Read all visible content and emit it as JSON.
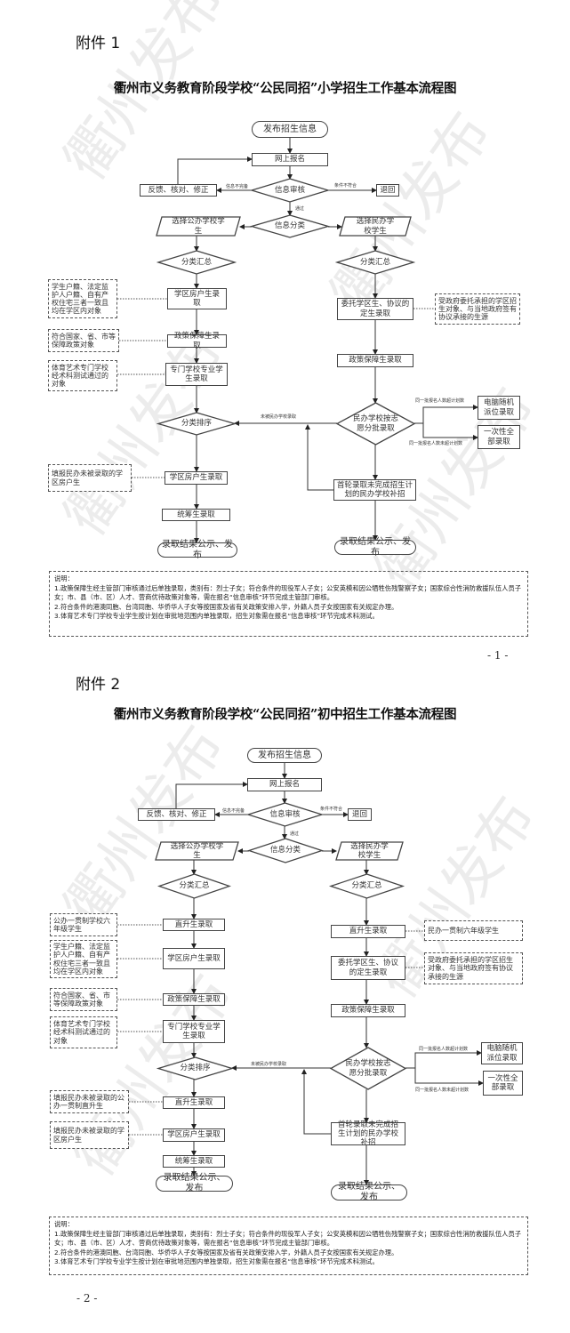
{
  "watermark": "衢州发布",
  "pages": [
    {
      "attachment": "附件 1",
      "title": "衢州市义务教育阶段学校“公民同招”小学招生工作基本流程图",
      "page_number": "- 1 -",
      "nodes": {
        "publish": "发布招生信息",
        "register": "网上报名",
        "feedback": "反馈、核对、修正",
        "review": "信息审核",
        "return": "退回",
        "classify": "信息分类",
        "choose_public": "选择公办学校学生",
        "choose_private": "选择民办学校学生",
        "summary_public": "分类汇总",
        "summary_private": "分类汇总",
        "district_house": "学区房户生录取",
        "policy_public": "政策保障生录取",
        "special_school": "专门学校专业学生录取",
        "rank": "分类排序",
        "district_house_2": "学区房户生录取",
        "overall": "统筹生录取",
        "result_public": "录取结果公示、发布",
        "entrusted": "委托学区生、协议的定生录取",
        "policy_private": "政策保障生录取",
        "private_batch": "民办学校按志愿分批录取",
        "lottery": "电脑随机派位录取",
        "all_admit": "一次性全部录取",
        "supplement": "首轮录取未完成招生计划的民办学校补招",
        "result_private": "录取结果公示、发布"
      },
      "notes": {
        "district_house": "学生户籍、法定监护人户籍、自有产权住宅三者一致且均在学区内对象",
        "policy": "符合国家、省、市等保障政策对象",
        "special_school": "体育艺术专门学校经术科测试通过的对象",
        "unadmitted_district": "填报民办未被录取的学区房户生",
        "entrusted": "受政府委托承担的学区招生对象、与当地政府签有协议承接的生源"
      },
      "edge_labels": {
        "incomplete": "信息不完备",
        "not_qualified": "条件不符合",
        "passed": "通过",
        "not_admitted_private": "未被民办学校录取",
        "over_plan": "同一批报名人数超计划数",
        "under_plan": "同一批报名人数未超计划数"
      },
      "explanation": {
        "heading": "说明：",
        "items": [
          "1.政策保障生经主管部门审核通过后单独录取，类别有：烈士子女；符合条件的现役军人子女；公安英模和因公牺牲伤残警察子女；国家综合性消防救援队伍人员子女；市、县（市、区）人才、营商优待政策对象等，需在报名“信息审核”环节完成主管部门审核。",
          "2.符合条件的港澳同胞、台湾同胞、华侨华人子女等按国家及省有关政策安排入学，外籍人员子女按国家有关规定办理。",
          "3.体育艺术专门学校专业学生按计划在审批地范围内单独录取，招生对象需在报名“信息审核”环节完成术科测试。"
        ]
      }
    },
    {
      "attachment": "附件 2",
      "title": "衢州市义务教育阶段学校“公民同招”初中招生工作基本流程图",
      "page_number": "- 2 -",
      "nodes": {
        "publish": "发布招生信息",
        "register": "网上报名",
        "feedback": "反馈、核对、修正",
        "review": "信息审核",
        "return": "退回",
        "classify": "信息分类",
        "choose_public": "选择公办学校学生",
        "choose_private": "选择民办学校学生",
        "summary_public": "分类汇总",
        "summary_private": "分类汇总",
        "direct_public": "直升生录取",
        "district_house": "学区房户生录取",
        "policy_public": "政策保障生录取",
        "special_school": "专门学校专业学生录取",
        "rank": "分类排序",
        "direct_public_2": "直升生录取",
        "district_house_2": "学区房户生录取",
        "overall": "统筹生录取",
        "result_public": "录取结果公示、发布",
        "direct_private": "直升生录取",
        "entrusted": "委托学区生、协议的定生录取",
        "policy_private": "政策保障生录取",
        "private_batch": "民办学校按志愿分批录取",
        "lottery": "电脑随机派位录取",
        "all_admit": "一次性全部录取",
        "supplement": "首轮录取未完成招生计划的民办学校补招",
        "result_private": "录取结果公示、发布"
      },
      "notes": {
        "direct_public": "公办一贯制学校六年级学生",
        "district_house": "学生户籍、法定监护人户籍、自有产权住宅三者一致且均在学区内对象",
        "policy": "符合国家、省、市等保障政策对象",
        "special_school": "体育艺术专门学校经术科测试通过的对象",
        "unadmitted_direct": "填报民办未被录取的公办一贯制直升生",
        "unadmitted_district": "填报民办未被录取的学区房户生",
        "direct_private": "民办一贯制六年级学生",
        "entrusted": "受政府委托承担的学区招生对象、与当地政府签有协议承接的生源"
      },
      "edge_labels": {
        "incomplete": "信息不完备",
        "not_qualified": "条件不符合",
        "passed": "通过",
        "not_admitted_private": "未被民办学校录取",
        "over_plan": "同一批报名人数超计划数",
        "under_plan": "同一批报名人数未超计划数"
      },
      "explanation": {
        "heading": "说明：",
        "items": [
          "1.政策保障生经主管部门审核通过后单独录取，类别有：烈士子女；符合条件的现役军人子女；公安英模和因公牺牲伤残警察子女；国家综合性消防救援队伍人员子女；市、县（市、区）人才、营商优待政策对象等，需在报名“信息审核”环节完成主管部门审核。",
          "2.符合条件的港澳同胞、台湾同胞、华侨华人子女等按国家及省有关政策安排入学，外籍人员子女按国家有关规定办理。",
          "3.体育艺术专门学校专业学生按计划在审批地范围内单独录取，招生对象需在报名“信息审核”环节完成术科测试。"
        ]
      }
    }
  ]
}
